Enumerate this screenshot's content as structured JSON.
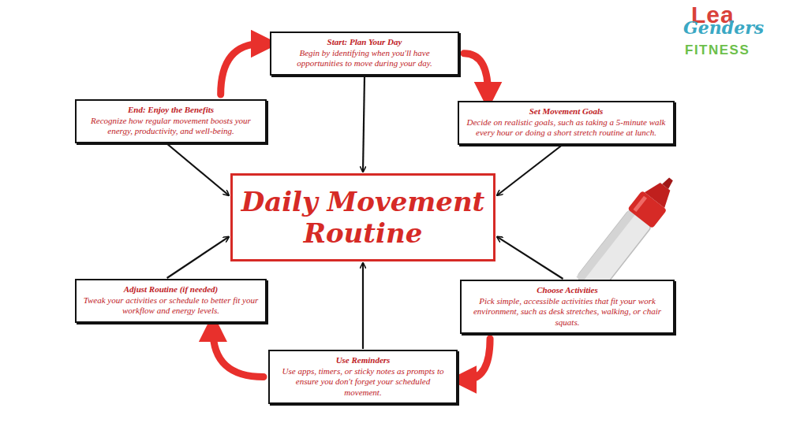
{
  "diagram": {
    "nodes": [
      {
        "text": [
          "Daily Movement Routine"
        ]
      },
      {
        "text": [
          "Start: Plan Your Day",
          "Begin by identifying when you'll have opportunities to move during your day."
        ]
      },
      {
        "text": [
          "Set Movement Goals",
          "Decide on realistic goals, such as taking a 5-minute walk every hour or doing a short stretch routine at lunch."
        ]
      },
      {
        "text": [
          "Choose Activities",
          "Pick simple, accessible activities that fit your work environment, such as desk stretches, walking, or chair squats."
        ]
      },
      {
        "text": [
          "Use Reminders",
          "Use apps, timers, or sticky notes as prompts to ensure you don't forget your scheduled movement."
        ]
      },
      {
        "text": [
          "Adjust Routine (if needed)",
          "Tweak your activities or schedule to better fit your workflow and energy levels."
        ]
      },
      {
        "text": [
          "End: Enjoy the Benefits",
          "Recognize how regular movement boosts your energy, productivity, and well-being."
        ]
      }
    ],
    "edges": [
      {
        "from": 1,
        "to": 0,
        "arrow": "to"
      },
      {
        "from": 2,
        "to": 0,
        "arrow": "to"
      },
      {
        "from": 3,
        "to": 0,
        "arrow": "to"
      },
      {
        "from": 4,
        "to": 0,
        "arrow": "to"
      },
      {
        "from": 5,
        "to": 0,
        "arrow": "to"
      },
      {
        "from": 6,
        "to": 0,
        "arrow": "to"
      },
      {
        "from": 6,
        "to": 1,
        "arrow": "to"
      },
      {
        "from": 1,
        "to": 2,
        "arrow": "to"
      },
      {
        "from": 3,
        "to": 4,
        "arrow": "to"
      },
      {
        "from": 4,
        "to": 5,
        "arrow": "to"
      }
    ],
    "labels": [
      "Lea",
      "Genders",
      "FITNESS"
    ]
  }
}
